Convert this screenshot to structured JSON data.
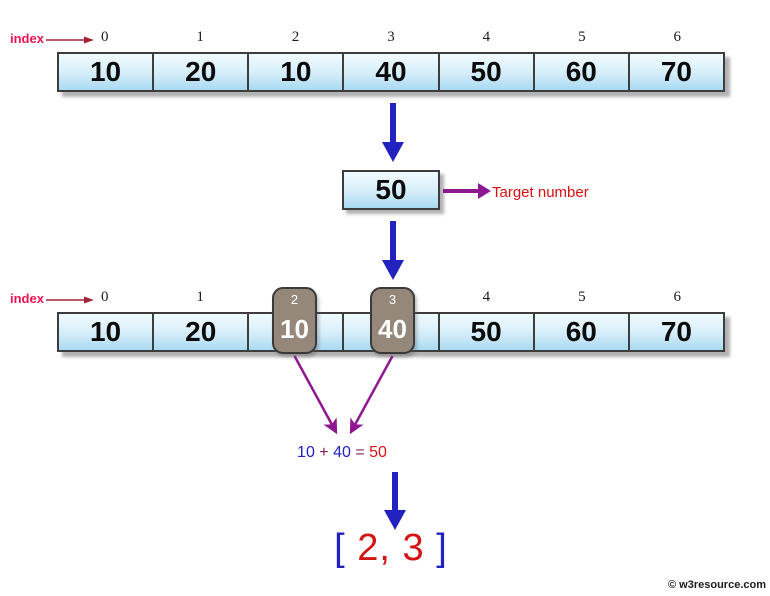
{
  "index_row": {
    "label": "index",
    "indices": [
      "0",
      "1",
      "2",
      "3",
      "4",
      "5",
      "6"
    ]
  },
  "array_top": {
    "values": [
      "10",
      "20",
      "10",
      "40",
      "50",
      "60",
      "70"
    ]
  },
  "target": {
    "value": "50",
    "label": "Target number"
  },
  "array_bottom": {
    "values": [
      "10",
      "20",
      "10",
      "40",
      "50",
      "60",
      "70"
    ],
    "highlights": [
      {
        "index": "2",
        "value": "10"
      },
      {
        "index": "3",
        "value": "40"
      }
    ]
  },
  "equation": {
    "operand1": "10",
    "operator": "+",
    "operand2": "40",
    "equals": "=",
    "result": "50"
  },
  "result": {
    "open": "[",
    "values": "2, 3",
    "close": "]"
  },
  "watermark": "© w3resource.com",
  "icons": {
    "index_arrow": "thin-right-arrow",
    "flow_arrows": "thick-down-arrow",
    "target_pointer": "right-arrow",
    "sum_pointers": "converging-down-arrows"
  },
  "colors": {
    "cell_gradient_top": "#F1FBFE",
    "cell_gradient_bottom": "#A9DAF2",
    "cell_border": "#3d3d3d",
    "highlight_bg": "#95887A",
    "flow_arrow_blue": "#2222C0",
    "pointer_purple": "#8E1890",
    "accent_red": "#DA1010",
    "operator_maroon": "#84204F",
    "index_label_crimson": "#ED1651"
  }
}
